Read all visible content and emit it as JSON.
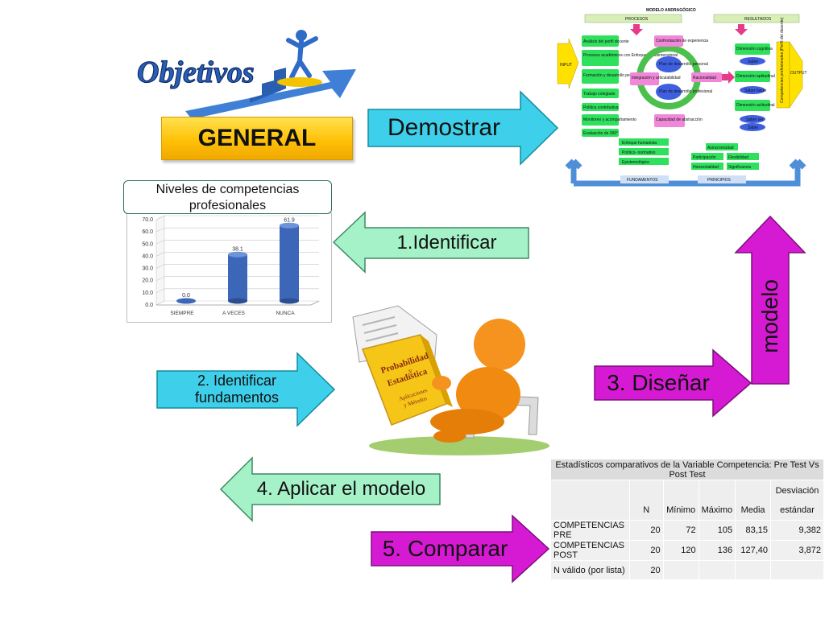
{
  "logo": {
    "text": "Objetivos"
  },
  "general": {
    "label": "GENERAL"
  },
  "arrows": {
    "demostrar": "Demostrar",
    "identificar": "1.Identificar",
    "fundamentos_line1": "2. Identificar",
    "fundamentos_line2": "fundamentos",
    "disenar": "3. Diseñar",
    "modelo": "modelo",
    "aplicar": "4. Aplicar el modelo",
    "comparar": "5. Comparar"
  },
  "colors": {
    "cyan": "#3ed0ea",
    "mint": "#a6f2c8",
    "magenta": "#d61ad3",
    "gold": "#ffc107"
  },
  "model_diagram": {
    "title": "MODELO ANDRAGÓGICO",
    "procesos": "PROCESOS",
    "resultados": "RESULTADOS",
    "input": "INPUT",
    "output": "OUTPUT",
    "left_boxes": [
      "Análisis del perfil docente",
      "Procesos académicos con Enfoque multidimensional",
      "Formación y desarrollo permanente",
      "Trabajo colegiado",
      "Política contributiva",
      "Monitoreo y acompañamiento",
      "Evaluación de 360°"
    ],
    "center_boxes": [
      "Confrontación de experiencia",
      "Integración y articulabilidad",
      "Racionalidad",
      "Capacidad de abstracción",
      "Plan de desarrollo personal",
      "Plan de desarrollo profesional"
    ],
    "right_boxes": [
      "Dimensión cognitiva",
      "Dimensión aptitudinal",
      "Dimensión actitudinal"
    ],
    "right_ovals": [
      "Saber",
      "Saber hacer",
      "Saber ser",
      "Saber"
    ],
    "vertical_label": "Competencias profesionales (Perfil del docente)",
    "fundamentos_items": [
      "Enfoque humanista",
      "Político- normativo",
      "Epistemológico"
    ],
    "principios_items": [
      "Asincronicidad",
      "Participación",
      "Flexibilidad",
      "Horizontalidad",
      "Significancia"
    ],
    "fundamentos": "FUNDAMENTOS",
    "principios": "PRINCIPIOS"
  },
  "chart_data": {
    "type": "bar",
    "title": "Niveles de competencias profesionales",
    "categories": [
      "SIEMPRE",
      "A VECES",
      "NUNCA"
    ],
    "values": [
      0.0,
      38.1,
      61.9
    ],
    "value_labels": [
      "0.0",
      "38.1",
      "61.9"
    ],
    "ylim": [
      0,
      70
    ],
    "yticks": [
      "0.0",
      "10.0",
      "20.0",
      "30.0",
      "40.0",
      "50.0",
      "60.0",
      "70.0"
    ],
    "grid": true,
    "bar_color": "#3c67b8"
  },
  "book": {
    "title1": "Probabilidad",
    "title2": "y",
    "title3": "Estadística",
    "sub1": "Aplicaciones",
    "sub2": "y Métodos"
  },
  "stats_table": {
    "caption": "Estadísticos comparativos de la Variable Competencia: Pre Test Vs Post Test",
    "headers": [
      "",
      "N",
      "Mínimo",
      "Máximo",
      "Media",
      "Desviación estándar"
    ],
    "header_desv_1": "Desviación",
    "header_desv_2": "estándar",
    "rows": [
      [
        "COMPETENCIAS PRE",
        "20",
        "72",
        "105",
        "83,15",
        "9,382"
      ],
      [
        "COMPETENCIAS POST",
        "20",
        "120",
        "136",
        "127,40",
        "3,872"
      ],
      [
        "N válido (por lista)",
        "20",
        "",
        "",
        "",
        ""
      ]
    ]
  }
}
